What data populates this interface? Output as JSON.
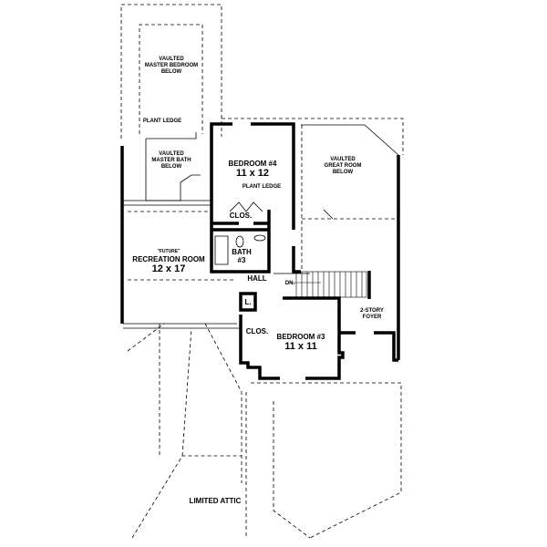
{
  "plan": {
    "master_bedroom_note": [
      "VAULTED",
      "MASTER BEDROOM",
      "BELOW"
    ],
    "plant_ledge_left": "PLANT LEDGE",
    "master_bath_note": [
      "VAULTED",
      "MASTER BATH",
      "BELOW"
    ],
    "bedroom4": {
      "name": "BEDROOM #4",
      "size": "11 x 12"
    },
    "plant_ledge_right": "PLANT LEDGE",
    "great_room_note": [
      "VAULTED",
      "GREAT ROOM",
      "BELOW"
    ],
    "closet_top": "CLOS.",
    "bath3": {
      "name": "BATH",
      "number": "#3"
    },
    "recreation": {
      "tag": "\"FUTURE\"",
      "name": "RECREATION ROOM",
      "size": "12 x 17"
    },
    "hall": "HALL",
    "stairs_dn": "DN.",
    "linen": "L.",
    "closet_bottom": "CLOS.",
    "bedroom3": {
      "name": "BEDROOM #3",
      "size": "11 x 11"
    },
    "foyer_note": [
      "2-STORY",
      "FOYER"
    ],
    "attic": "LIMITED ATTIC"
  }
}
